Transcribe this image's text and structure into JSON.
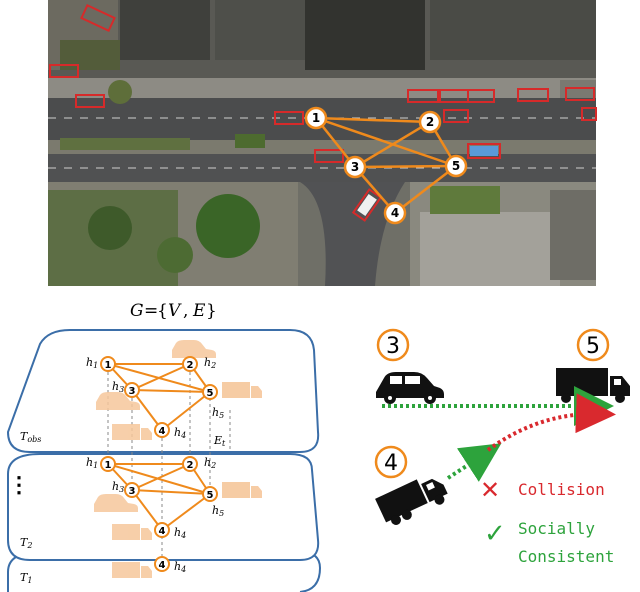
{
  "formula": {
    "G": "G",
    "eq": "=",
    "lb": "{",
    "V": "V",
    "comma": ",",
    "E": "E",
    "rb": "}"
  },
  "aerial_nodes": [
    "1",
    "2",
    "3",
    "4",
    "5"
  ],
  "layers": [
    {
      "label_main": "T",
      "label_sub": "obs"
    },
    {
      "label_main": "T",
      "label_sub": "2"
    },
    {
      "label_main": "T",
      "label_sub": "1"
    }
  ],
  "graph_nodes": [
    "1",
    "2",
    "3",
    "4",
    "5"
  ],
  "hidden_states": [
    {
      "h": "h",
      "sub": "1"
    },
    {
      "h": "h",
      "sub": "2"
    },
    {
      "h": "h",
      "sub": "3"
    },
    {
      "h": "h",
      "sub": "4"
    },
    {
      "h": "h",
      "sub": "5"
    }
  ],
  "edge_label": {
    "main": "E",
    "sub": "t"
  },
  "ellipsis": "⋮",
  "scenario": {
    "agent_car": "3",
    "agent_truck_right": "5",
    "agent_truck_left": "4",
    "collision_mark": "✕",
    "collision_label": "Collision",
    "consistent_mark": "✓",
    "consistent_label_1": "Socially",
    "consistent_label_2": "Consistent"
  },
  "colors": {
    "orange": "#ef8a1c",
    "layer_border": "#3b6ea8",
    "red": "#d9292e",
    "green": "#2da33c",
    "ghost": "#f6c79b"
  }
}
